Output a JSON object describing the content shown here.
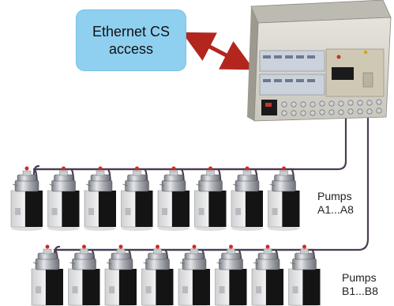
{
  "callout": {
    "line1": "Ethernet CS",
    "line2": "access"
  },
  "rows": [
    {
      "label_line1": "Pumps",
      "label_line2": "A1...A8",
      "count": 8
    },
    {
      "label_line1": "Pumps",
      "label_line2": "B1...B8",
      "count": 8
    }
  ],
  "icons": {
    "arrow": "double-headed-arrow-icon",
    "controller": "controller-rack-icon",
    "pump": "pump-icon"
  },
  "colors": {
    "callout_fill": "#8fd0f0",
    "arrow": "#b3261e",
    "cable": "#4a3c56",
    "rack_panel": "#d9d7d0",
    "pump_body": "#111111"
  }
}
